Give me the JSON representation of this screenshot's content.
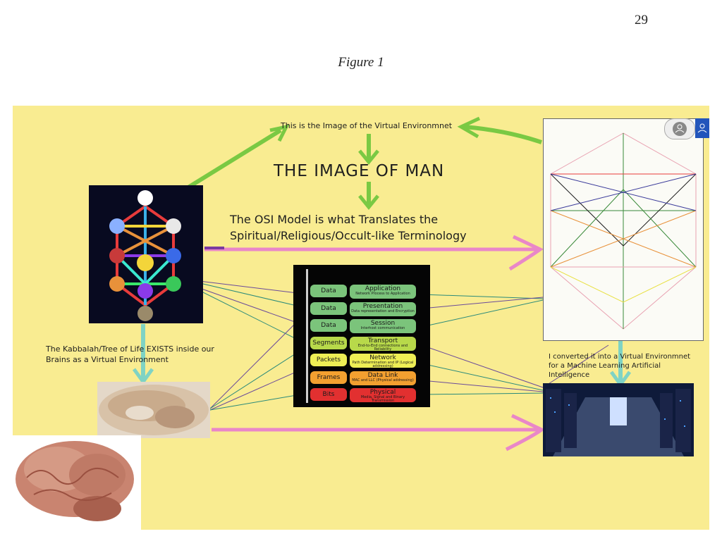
{
  "page": {
    "number": "29",
    "caption": "Figure 1"
  },
  "board": {
    "env_label": "This is the Image of the Virtual Environmnet",
    "man_title": "THE IMAGE OF MAN",
    "osi_line1": "The OSI Model is what Translates the",
    "osi_line2": "Spiritual/Religious/Occult-like Terminology",
    "kabbalah_line1": "The Kabbalah/Tree of Life EXISTS inside our",
    "kabbalah_line2": "Brains as a Virtual Environment",
    "converted_line1": "I converted it into a Virtual Environmnet",
    "converted_line2": "for a Machine Learning Artificial",
    "converted_line3": "Intelligence"
  },
  "osi_model": {
    "rows": [
      {
        "pdu": "Data",
        "layer": "Application",
        "desc": "Network Process to Application",
        "pdu_color": "#7bc47b",
        "layer_color": "#7bc47b"
      },
      {
        "pdu": "Data",
        "layer": "Presentation",
        "desc": "Data representation and Encryption",
        "pdu_color": "#7bc47b",
        "layer_color": "#7bc47b"
      },
      {
        "pdu": "Data",
        "layer": "Session",
        "desc": "Interhost communication",
        "pdu_color": "#7bc47b",
        "layer_color": "#7bc47b"
      },
      {
        "pdu": "Segments",
        "layer": "Transport",
        "desc": "End-to-End connections and Reliability",
        "pdu_color": "#b8d94a",
        "layer_color": "#b8d94a"
      },
      {
        "pdu": "Packets",
        "layer": "Network",
        "desc": "Path Determination and IP (Logical addressing)",
        "pdu_color": "#eeee55",
        "layer_color": "#eeee55"
      },
      {
        "pdu": "Frames",
        "layer": "Data Link",
        "desc": "MAC and LLC (Physical addressing)",
        "pdu_color": "#f3a030",
        "layer_color": "#f3a030"
      },
      {
        "pdu": "Bits",
        "layer": "Physical",
        "desc": "Media, Signal and Binary Transmission",
        "pdu_color": "#e23030",
        "layer_color": "#e23030"
      }
    ]
  },
  "colors": {
    "board_bg": "#f9ec91",
    "arrow_green": "#7ac943",
    "arrow_pink": "#e987c8",
    "arrow_purple": "#7a3aa0",
    "arrow_teal": "#7fd3c4"
  }
}
